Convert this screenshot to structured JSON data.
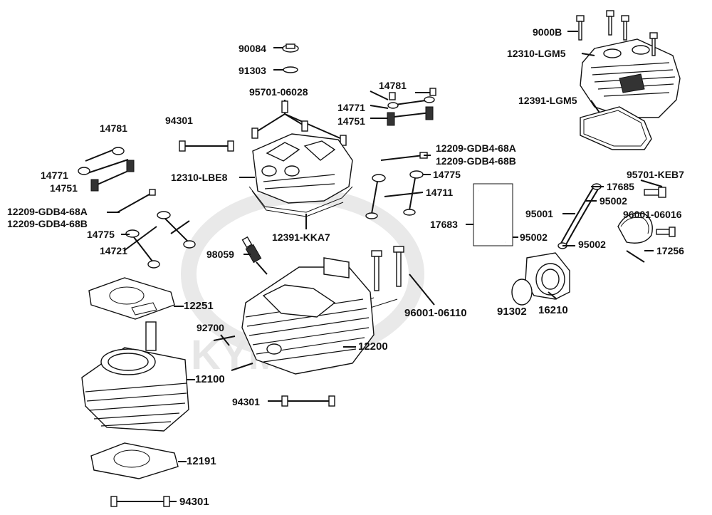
{
  "watermark": {
    "brand": "KYMCO"
  },
  "labels": {
    "p9000B": "9000B",
    "p12310_LGM5": "12310-LGM5",
    "p12391_LGM5": "12391-LGM5",
    "p90084": "90084",
    "p91303": "91303",
    "p95701_06028": "95701-06028",
    "p14781_top": "14781",
    "p14771_top": "14771",
    "p14751_top": "14751",
    "p94301_top": "94301",
    "p14781_left": "14781",
    "p14771_left": "14771",
    "p14751_left": "14751",
    "p12209_A_right": "12209-GDB4-68A",
    "p12209_B_right": "12209-GDB4-68B",
    "p12310_LBE8": "12310-LBE8",
    "p14775_right": "14775",
    "p14711": "14711",
    "p12209_A_left": "12209-GDB4-68A",
    "p12209_B_left": "12209-GDB4-68B",
    "p12391_KKA7": "12391-KKA7",
    "p17683": "17683",
    "p17685": "17685",
    "p95002_a": "95002",
    "p95001": "95001",
    "p95002_b": "95002",
    "p95002_c": "95002",
    "p95701_KEB7": "95701-KEB7",
    "p96001_06016": "96001-06016",
    "p17256": "17256",
    "p14775_left": "14775",
    "p14721": "14721",
    "p98059": "98059",
    "p12251": "12251",
    "p96001_06110": "96001-06110",
    "p91302": "91302",
    "p16210": "16210",
    "p92700": "92700",
    "p12200": "12200",
    "p12100": "12100",
    "p94301_mid": "94301",
    "p12191": "12191",
    "p94301_bottom": "94301"
  }
}
